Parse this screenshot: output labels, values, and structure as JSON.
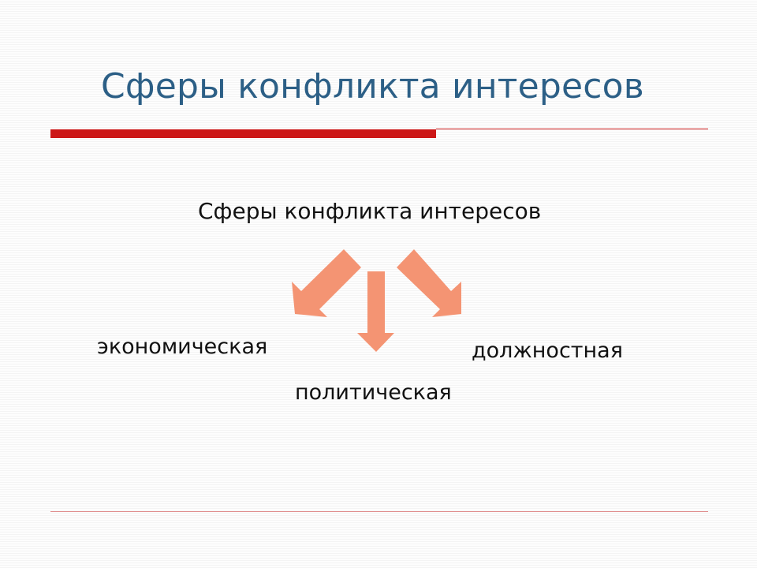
{
  "slide": {
    "title": "Сферы конфликта интересов"
  },
  "diagram": {
    "heading": "Сферы конфликта интересов",
    "spheres": {
      "economic": "экономическая",
      "political": "политическая",
      "official": "должностная"
    },
    "arrow_color": "#f49473"
  },
  "colors": {
    "title": "#2c5f86",
    "accent_rule": "#cc1717"
  }
}
